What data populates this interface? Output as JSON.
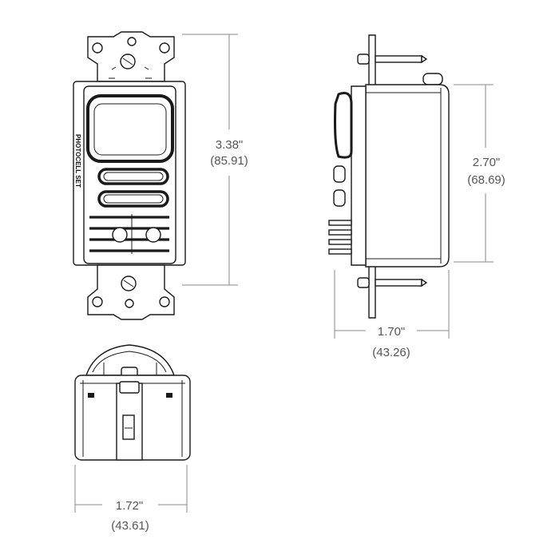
{
  "dimensions": {
    "front_height": {
      "imperial": "3.38\"",
      "metric": "(85.91)"
    },
    "side_height": {
      "imperial": "2.70\"",
      "metric": "(68.69)"
    },
    "side_depth": {
      "imperial": "1.70\"",
      "metric": "(43.26)"
    },
    "bottom_width": {
      "imperial": "1.72\"",
      "metric": "(43.61)"
    }
  },
  "labels": {
    "photocell": "PHOTOCELL SET"
  },
  "colors": {
    "ink": "#1a1a1a",
    "dimension": "#888888",
    "text": "#555555"
  }
}
